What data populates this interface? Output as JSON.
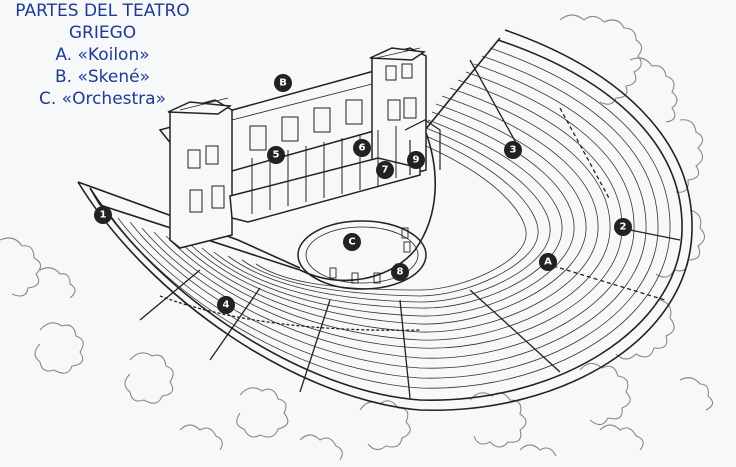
{
  "title": {
    "line1": "PARTES DEL TEATRO",
    "line2": "GRIEGO",
    "items": [
      "A. «Koilon»",
      "B. «Skené»",
      "C. «Orchestra»"
    ]
  },
  "markers": [
    "1",
    "2",
    "3",
    "4",
    "5",
    "6",
    "7",
    "8",
    "9",
    "A",
    "B",
    "C"
  ],
  "colors": {
    "ink": "#222222",
    "title": "#1f3a93",
    "background": "#f7f8f9",
    "marker_fill": "#222222",
    "marker_text": "#ffffff"
  }
}
